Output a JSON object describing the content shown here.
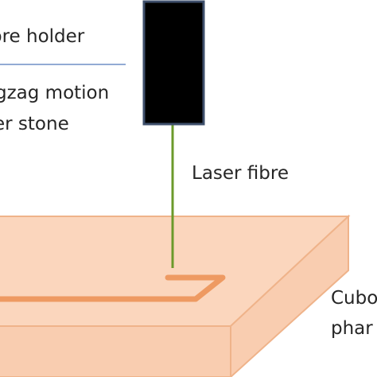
{
  "labels": {
    "fibre_holder": "bre holder",
    "zigzag_motion": "gzag motion",
    "stone": "er stone",
    "laser_fibre": "Laser fibre",
    "cube_line1": "Cubo",
    "cube_line2": "phar"
  },
  "colors": {
    "holder_fill": "#000000",
    "holder_stroke": "#3e4f6b",
    "fibre": "#6b9a2b",
    "cube_face": "#f9cdb0",
    "cube_top": "#fbd6bd",
    "cube_edge": "#efb38a",
    "path_trace": "#ee9a62",
    "divider": "#6f8fc6",
    "text": "#262626"
  }
}
